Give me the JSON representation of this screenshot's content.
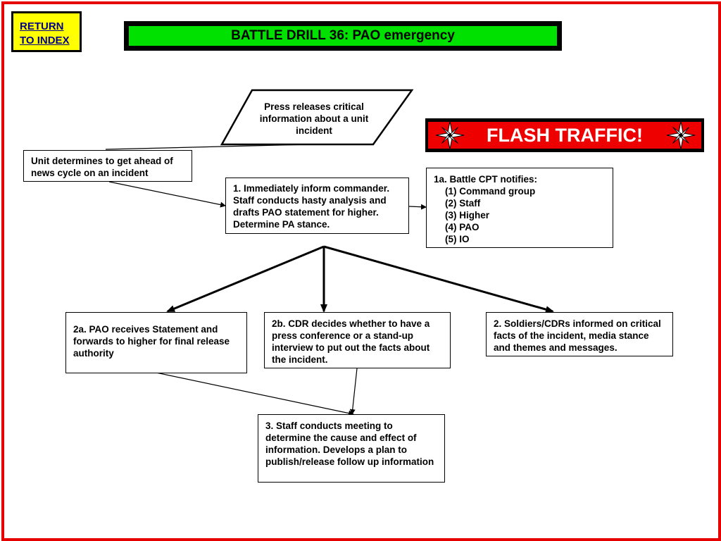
{
  "return_button": {
    "line1": "RETURN",
    "line2": "TO INDEX"
  },
  "title": "BATTLE DRILL 36:  PAO emergency",
  "flash_traffic": "FLASH TRAFFIC!",
  "colors": {
    "frame": "#e60000",
    "title_bg": "#00e100",
    "flash_bg": "#ee0000",
    "return_bg": "#ffff00"
  },
  "nodes": {
    "press_release": "Press releases critical information about a unit incident",
    "unit_determines": "Unit determines to get ahead of news cycle on an incident",
    "step1": "1. Immediately inform commander. Staff conducts hasty analysis and drafts PAO statement for higher. Determine PA stance.",
    "step1a": {
      "title": "1a. Battle CPT notifies:",
      "items": [
        "(1)  Command group",
        "(2)  Staff",
        "(3)  Higher",
        "(4)  PAO",
        "(5) IO"
      ]
    },
    "step2a": "2a. PAO receives Statement and forwards to higher for final release authority",
    "step2b": "2b. CDR decides whether to have a press conference or a stand-up interview to put out the facts about the incident.",
    "step2": "2. Soldiers/CDRs informed on critical facts of the incident, media stance and themes and messages.",
    "step3": "3. Staff conducts meeting to determine the cause and effect of information.  Develops a plan to publish/release follow up information"
  }
}
